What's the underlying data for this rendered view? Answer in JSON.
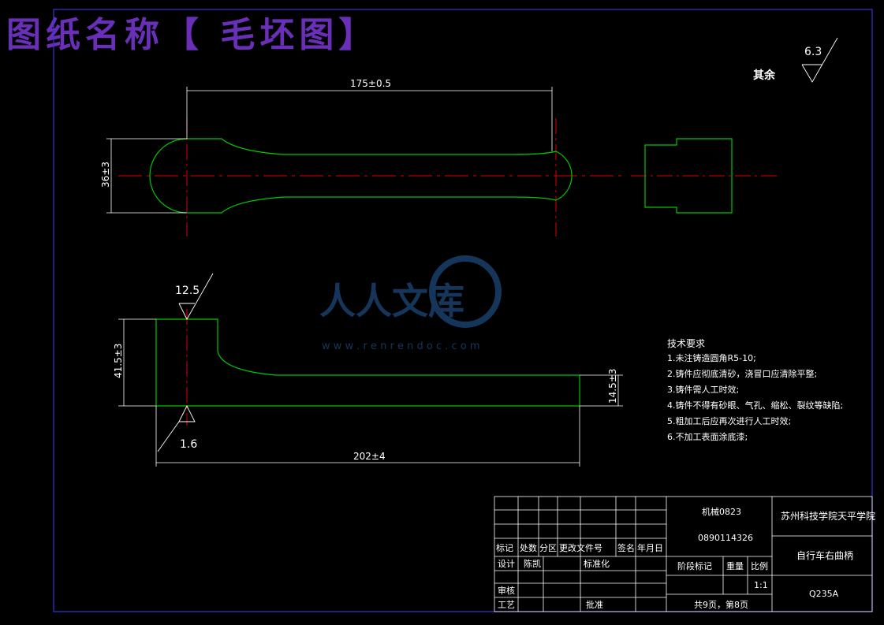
{
  "banner": {
    "title": "图纸名称【 毛坯图】"
  },
  "roughness": {
    "note": "其余",
    "general_value": "6.3",
    "top_value": "12.5",
    "bottom_value": "1.6"
  },
  "dimensions": {
    "top_length": "175±0.5",
    "top_height": "36±3",
    "side_height": "41.5±3",
    "end_height": "14.5±3",
    "side_length": "202±4"
  },
  "tech_requirements": {
    "heading": "技术要求",
    "items": [
      "1.未注铸造圆角R5-10;",
      "2.铸件应彻底清砂，浇冒口应清除平整;",
      "3.铸件需人工时效;",
      "4.铸件不得有砂眼、气孔、缩松、裂纹等缺陷;",
      "5.粗加工后应再次进行人工时效;",
      "6.不加工表面涂底漆;"
    ]
  },
  "watermark": {
    "brand": "人人文库",
    "url": "w w w . r e n r e n d o c . c o m"
  },
  "title_block": {
    "class_name": "机械0823",
    "student_id": "0890114326",
    "school": "苏州科技学院天平学院",
    "part_name": "自行车右曲柄",
    "material": "Q235A",
    "headers": [
      "标记",
      "处数",
      "分区",
      "更改文件号",
      "签名",
      "年月日"
    ],
    "design_label": "设计",
    "designer": "陈凯",
    "std_label": "标准化",
    "review_label": "审核",
    "process_label": "工艺",
    "approve_label": "批准",
    "stage_label": "阶段标记",
    "weight_label": "重量",
    "scale_label": "比例",
    "scale": "1:1",
    "sheets": "共9页，第8页"
  },
  "colors": {
    "outline": "#00c800",
    "center": "#e00000",
    "dim": "#ffffff",
    "border": "#3434d8",
    "banner": "#6a2fb8"
  }
}
